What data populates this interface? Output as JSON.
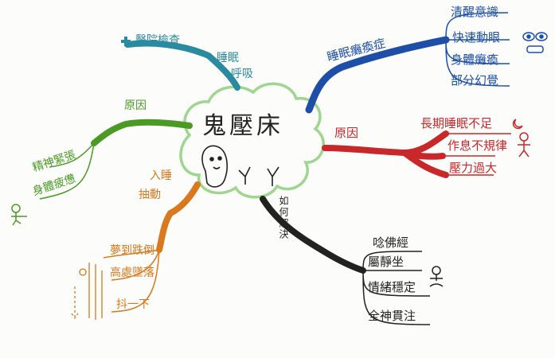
{
  "center": {
    "title": "鬼壓床"
  },
  "branches": {
    "symptoms": {
      "label": "睡眠癱瘓症",
      "items": [
        "清醒意識",
        "快速動眼",
        "身體癱瘓",
        "部分幻覺"
      ],
      "color": "#1d4fa8"
    },
    "causes": {
      "label": "原因",
      "items": [
        "長期睡眠不足",
        "作息不規律",
        "壓力過大"
      ],
      "color": "#c8282a"
    },
    "solutions": {
      "label": "如何解決",
      "items": [
        "唸佛經",
        "屬靜坐",
        "情緒穩定",
        "全神貫注"
      ],
      "color": "#222222"
    },
    "jerk": {
      "label_line1": "入睡",
      "label_line2": "抽動",
      "items": [
        "夢到跌倒",
        "高處墜落",
        "抖一下"
      ],
      "color": "#d9781c"
    },
    "jerk_causes": {
      "label": "原因",
      "items": [
        "精神緊張",
        "身體疲憊"
      ],
      "color": "#4a9a24"
    },
    "apnea": {
      "label_line1": "睡眠",
      "label_line2": "呼吸",
      "item": "醫院檢查",
      "color": "#2a8aa0"
    }
  }
}
